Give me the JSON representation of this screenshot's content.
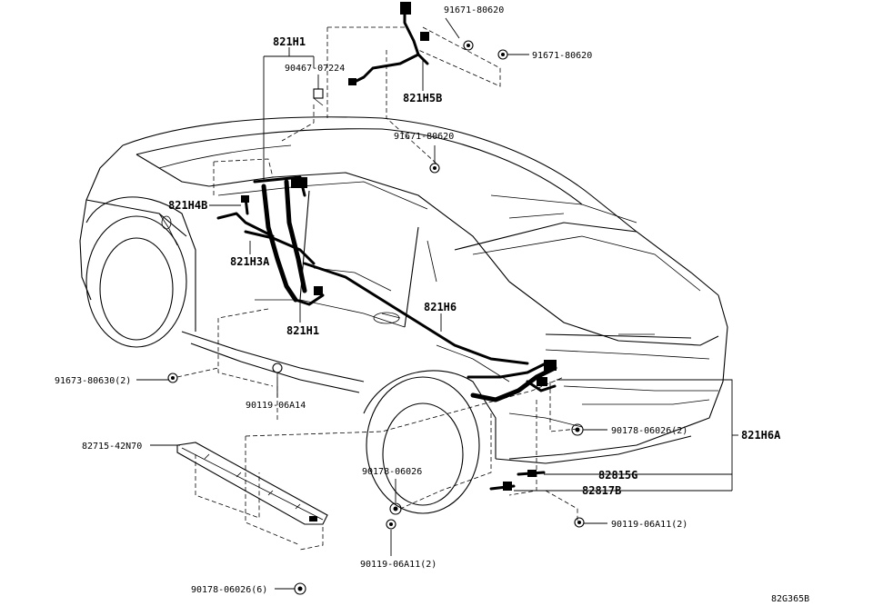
{
  "diagram": {
    "labels": {
      "h1_top": "821H1",
      "clip_90467": "90467-07224",
      "h4b": "821H4B",
      "h3a": "821H3A",
      "h1_bottom": "821H1",
      "h5b": "821H5B",
      "h6": "821H6",
      "h6a": "821H6A",
      "p82815g": "82815G",
      "p82817b": "82817B",
      "p82715": "82715-42N70"
    },
    "fasteners": {
      "f91671_a": "91671-80620",
      "f91671_b": "91671-80620",
      "f91671_c": "91671-80620",
      "f91673": "91673-80630(2)",
      "f90119_a": "90119-06A14",
      "f90178_a": "90178-06026(2)",
      "f90178_b": "90178-06026",
      "f90119_b": "90119-06A11(2)",
      "f90119_c": "90119-06A11(2)",
      "f90178_c": "90178-06026(6)"
    },
    "drawing_code": "82G365B"
  }
}
